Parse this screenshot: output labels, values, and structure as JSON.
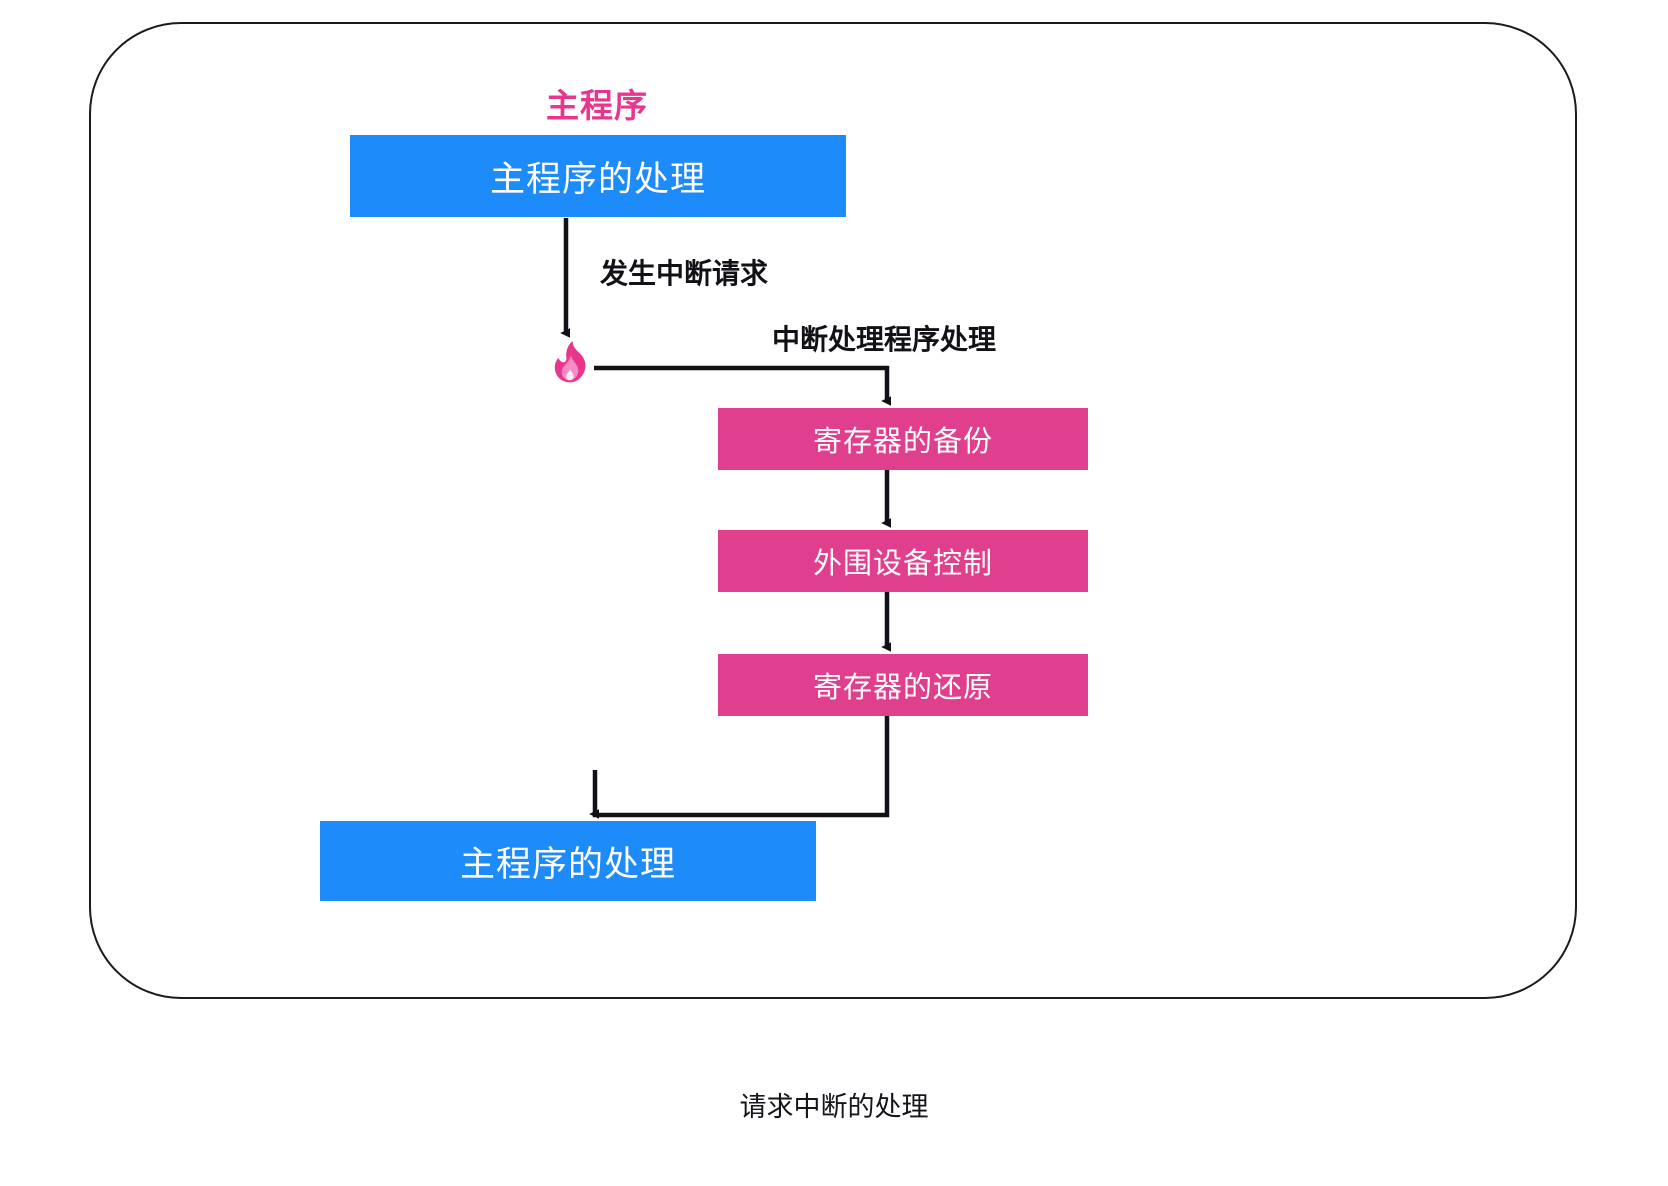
{
  "diagram": {
    "title_label": "主程序",
    "caption": "请求中断的处理",
    "colors": {
      "blue_node": "#1e8bfb",
      "pink_node": "#e03f8e",
      "title_pink": "#e8368f",
      "frame_border": "#1a1a22",
      "arrow": "#111118",
      "node_text": "#ffffff",
      "background": "#ffffff"
    },
    "nodes": [
      {
        "id": "main-top",
        "label": "主程序的处理",
        "style": "blue"
      },
      {
        "id": "save-reg",
        "label": "寄存器的备份",
        "style": "pink"
      },
      {
        "id": "periph",
        "label": "外围设备控制",
        "style": "pink"
      },
      {
        "id": "restore-reg",
        "label": "寄存器的还原",
        "style": "pink"
      },
      {
        "id": "main-bottom",
        "label": "主程序的处理",
        "style": "blue"
      }
    ],
    "edge_labels": [
      {
        "id": "interrupt-request",
        "text": "发生中断请求"
      },
      {
        "id": "isr-processing",
        "text": "中断处理程序处理"
      }
    ],
    "icons": [
      {
        "id": "flame",
        "name": "flame-icon",
        "glyph": "🔥"
      }
    ],
    "edges": [
      {
        "from": "main-top",
        "to": "flame-icon",
        "label": "发生中断请求"
      },
      {
        "from": "flame-icon",
        "to": "save-reg",
        "label": "中断处理程序处理"
      },
      {
        "from": "save-reg",
        "to": "periph",
        "label": ""
      },
      {
        "from": "periph",
        "to": "restore-reg",
        "label": ""
      },
      {
        "from": "restore-reg",
        "to": "main-bottom",
        "label": ""
      }
    ]
  }
}
